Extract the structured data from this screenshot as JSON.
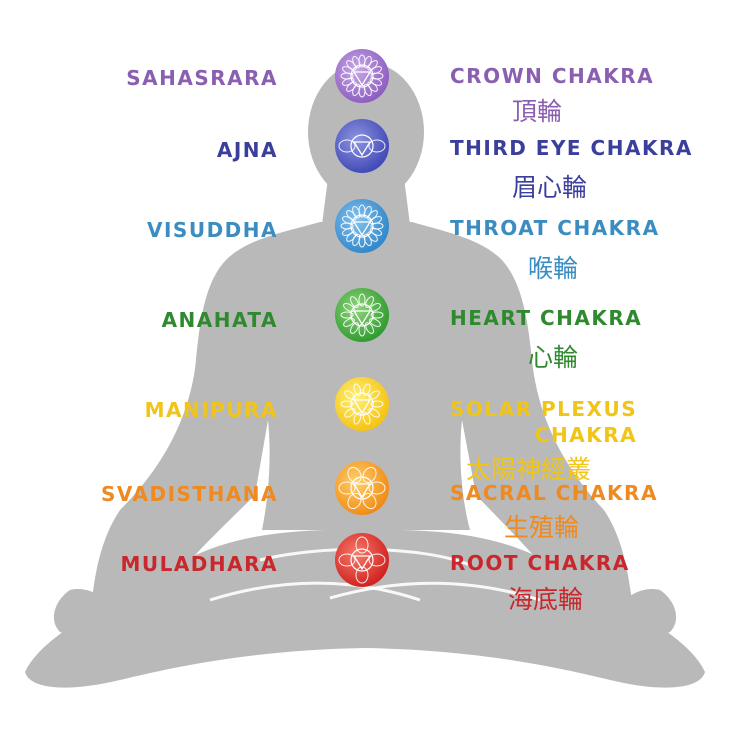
{
  "chakras": [
    {
      "sanskrit": "SAHASRARA",
      "english": "CROWN CHAKRA",
      "chinese": "頂輪",
      "color": "#8a5fb0",
      "orb_color": "#8c5cc0",
      "orb_light": "#c6a8e6"
    },
    {
      "sanskrit": "AJNA",
      "english": "THIRD EYE CHAKRA",
      "chinese": "眉心輪",
      "color": "#3b3f9c",
      "orb_color": "#3f48b5",
      "orb_light": "#8e95e0"
    },
    {
      "sanskrit": "VISUDDHA",
      "english": "THROAT CHAKRA",
      "chinese": "喉輪",
      "color": "#3b8dc1",
      "orb_color": "#2f86c9",
      "orb_light": "#86c2ee"
    },
    {
      "sanskrit": "ANAHATA",
      "english": "HEART CHAKRA",
      "chinese": "心輪",
      "color": "#2f8a2f",
      "orb_color": "#2e9a2e",
      "orb_light": "#8fd67c"
    },
    {
      "sanskrit": "MANIPURA",
      "english": "SOLAR PLEXUS\nCHAKRA",
      "chinese": "太陽神經叢",
      "color": "#f1c418",
      "orb_color": "#f5c20f",
      "orb_light": "#fff07a"
    },
    {
      "sanskrit": "SVADISTHANA",
      "english": "SACRAL CHAKRA",
      "chinese": "生殖輪",
      "color": "#ee8a20",
      "orb_color": "#f08a14",
      "orb_light": "#ffd16b"
    },
    {
      "sanskrit": "MULADHARA",
      "english": "ROOT CHAKRA",
      "chinese": "海底輪",
      "color": "#c9272c",
      "orb_color": "#d0201f",
      "orb_light": "#f77a6a"
    }
  ],
  "silhouette_color": "#b9b9b9"
}
